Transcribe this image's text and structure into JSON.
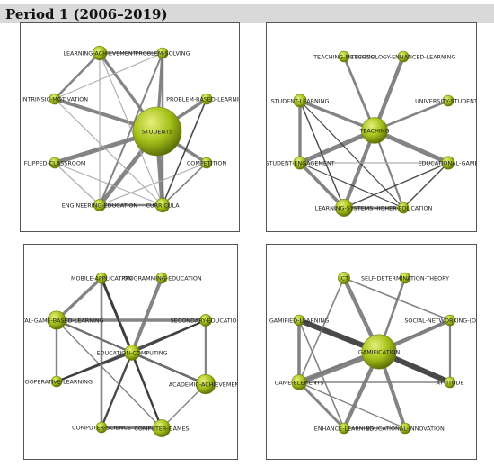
{
  "header": {
    "title": "Period 1 (2006–2019)"
  },
  "colors": {
    "node": "#a6c11a",
    "node_highlight": "#e6f07a",
    "node_dark": "#5a6e08",
    "edge_light": "#aaaaaa",
    "edge_mid": "#7a7a7a",
    "edge_dark": "#3a3a3a"
  },
  "networks": [
    {
      "id": "students",
      "nodes": [
        {
          "id": "learning_achievement",
          "label": "LEARNING-ACHIEVEMENT",
          "weight": 1.3
        },
        {
          "id": "problem_solving",
          "label": "PROBLEM-SOLVING",
          "weight": 1.0
        },
        {
          "id": "intrinsic_motivation",
          "label": "INTRINSIC-MOTIVATION",
          "weight": 1.0
        },
        {
          "id": "problem_based_learning",
          "label": "PROBLEM-BASED-LEARNING",
          "weight": 1.0
        },
        {
          "id": "students",
          "label": "STUDENTS",
          "weight": 4.5
        },
        {
          "id": "flipped_classroom",
          "label": "FLIPPED-CLASSROOM",
          "weight": 1.0
        },
        {
          "id": "competition",
          "label": "COMPETITION",
          "weight": 1.0
        },
        {
          "id": "engineering_education",
          "label": "ENGINEERING-EDUCATION",
          "weight": 1.1
        },
        {
          "id": "curricula",
          "label": "CURRICULA",
          "weight": 1.3
        }
      ],
      "edges": [
        {
          "a": "students",
          "b": "learning_achievement",
          "w": 3.2,
          "tone": "mid"
        },
        {
          "a": "students",
          "b": "problem_solving",
          "w": 3.2,
          "tone": "mid"
        },
        {
          "a": "students",
          "b": "intrinsic_motivation",
          "w": 4.0,
          "tone": "mid"
        },
        {
          "a": "students",
          "b": "problem_based_learning",
          "w": 3.6,
          "tone": "mid"
        },
        {
          "a": "students",
          "b": "flipped_classroom",
          "w": 4.8,
          "tone": "mid"
        },
        {
          "a": "students",
          "b": "competition",
          "w": 3.6,
          "tone": "mid"
        },
        {
          "a": "students",
          "b": "engineering_education",
          "w": 4.8,
          "tone": "mid"
        },
        {
          "a": "students",
          "b": "curricula",
          "w": 5.0,
          "tone": "mid"
        },
        {
          "a": "learning_achievement",
          "b": "problem_solving",
          "w": 1.4,
          "tone": "mid"
        },
        {
          "a": "learning_achievement",
          "b": "intrinsic_motivation",
          "w": 2.6,
          "tone": "mid"
        },
        {
          "a": "learning_achievement",
          "b": "curricula",
          "w": 1.2,
          "tone": "light"
        },
        {
          "a": "learning_achievement",
          "b": "engineering_education",
          "w": 1.2,
          "tone": "light"
        },
        {
          "a": "problem_solving",
          "b": "curricula",
          "w": 2.4,
          "tone": "mid"
        },
        {
          "a": "problem_solving",
          "b": "engineering_education",
          "w": 2.0,
          "tone": "mid"
        },
        {
          "a": "problem_solving",
          "b": "intrinsic_motivation",
          "w": 1.2,
          "tone": "light"
        },
        {
          "a": "intrinsic_motivation",
          "b": "curricula",
          "w": 1.2,
          "tone": "light"
        },
        {
          "a": "flipped_classroom",
          "b": "curricula",
          "w": 1.2,
          "tone": "light"
        },
        {
          "a": "flipped_classroom",
          "b": "engineering_education",
          "w": 1.4,
          "tone": "light"
        },
        {
          "a": "competition",
          "b": "engineering_education",
          "w": 1.2,
          "tone": "light"
        },
        {
          "a": "competition",
          "b": "curricula",
          "w": 1.6,
          "tone": "mid"
        },
        {
          "a": "engineering_education",
          "b": "curricula",
          "w": 2.4,
          "tone": "mid"
        },
        {
          "a": "problem_based_learning",
          "b": "curricula",
          "w": 1.6,
          "tone": "dark"
        }
      ]
    },
    {
      "id": "teaching",
      "nodes": [
        {
          "id": "teaching_methods",
          "label": "TEACHING-METHODS",
          "weight": 1.0
        },
        {
          "id": "technology_enhanced_learning",
          "label": "TECHNOLOGY-ENHANCED-LEARNING",
          "weight": 1.0
        },
        {
          "id": "student_learning",
          "label": "STUDENT-LEARNING",
          "weight": 1.2
        },
        {
          "id": "university_students",
          "label": "UNIVERSITY-STUDENTS",
          "weight": 1.0
        },
        {
          "id": "teaching",
          "label": "TEACHING",
          "weight": 2.4
        },
        {
          "id": "student_engagement",
          "label": "STUDENT-ENGAGEMENT",
          "weight": 1.2
        },
        {
          "id": "educational_game",
          "label": "EDUCATIONAL-GAME",
          "weight": 1.2
        },
        {
          "id": "learning_systems",
          "label": "LEARNING-SYSTEMS",
          "weight": 1.6
        },
        {
          "id": "higher_education",
          "label": "HIGHER-EDUCATION",
          "weight": 1.0
        }
      ],
      "edges": [
        {
          "a": "teaching",
          "b": "teaching_methods",
          "w": 2.8,
          "tone": "mid"
        },
        {
          "a": "teaching",
          "b": "technology_enhanced_learning",
          "w": 4.4,
          "tone": "mid"
        },
        {
          "a": "teaching",
          "b": "student_learning",
          "w": 3.4,
          "tone": "mid"
        },
        {
          "a": "teaching",
          "b": "university_students",
          "w": 2.6,
          "tone": "mid"
        },
        {
          "a": "teaching",
          "b": "student_engagement",
          "w": 5.0,
          "tone": "mid"
        },
        {
          "a": "teaching",
          "b": "educational_game",
          "w": 5.0,
          "tone": "mid"
        },
        {
          "a": "teaching",
          "b": "learning_systems",
          "w": 4.0,
          "tone": "mid"
        },
        {
          "a": "teaching",
          "b": "higher_education",
          "w": 2.2,
          "tone": "mid"
        },
        {
          "a": "student_learning",
          "b": "student_engagement",
          "w": 3.4,
          "tone": "mid"
        },
        {
          "a": "student_learning",
          "b": "learning_systems",
          "w": 1.4,
          "tone": "dark"
        },
        {
          "a": "student_learning",
          "b": "higher_education",
          "w": 1.2,
          "tone": "dark"
        },
        {
          "a": "student_engagement",
          "b": "educational_game",
          "w": 1.2,
          "tone": "light"
        },
        {
          "a": "student_engagement",
          "b": "learning_systems",
          "w": 3.6,
          "tone": "mid"
        },
        {
          "a": "student_engagement",
          "b": "higher_education",
          "w": 1.2,
          "tone": "dark"
        },
        {
          "a": "educational_game",
          "b": "learning_systems",
          "w": 1.4,
          "tone": "dark"
        },
        {
          "a": "educational_game",
          "b": "higher_education",
          "w": 1.4,
          "tone": "dark"
        },
        {
          "a": "learning_systems",
          "b": "higher_education",
          "w": 2.8,
          "tone": "mid"
        }
      ]
    },
    {
      "id": "education_computing",
      "nodes": [
        {
          "id": "mobile_application",
          "label": "MOBILE-APPLICATION",
          "weight": 1.0
        },
        {
          "id": "programming_education",
          "label": "PROGRAMMING-EDUCATION",
          "weight": 1.0
        },
        {
          "id": "digital_game_based_learning",
          "label": "DIGITAL-GAME-BASED-LEARNING",
          "weight": 1.7
        },
        {
          "id": "secondary_education",
          "label": "SECONDARY-EDUCATION",
          "weight": 1.1
        },
        {
          "id": "education_computing",
          "label": "EDUCATION-COMPUTING",
          "weight": 1.4
        },
        {
          "id": "cooperative_learning",
          "label": "COOPERATIVE-LEARNING",
          "weight": 1.0
        },
        {
          "id": "academic_achievement",
          "label": "ACADEMIC-ACHIEVEMENT",
          "weight": 1.8
        },
        {
          "id": "computer_science",
          "label": "COMPUTER-SCIENCE",
          "weight": 1.0
        },
        {
          "id": "computer_games",
          "label": "COMPUTER-GAMES",
          "weight": 1.6
        }
      ],
      "edges": [
        {
          "a": "education_computing",
          "b": "mobile_application",
          "w": 3.0,
          "tone": "dark"
        },
        {
          "a": "education_computing",
          "b": "programming_education",
          "w": 4.0,
          "tone": "mid"
        },
        {
          "a": "education_computing",
          "b": "digital_game_based_learning",
          "w": 2.2,
          "tone": "dark"
        },
        {
          "a": "education_computing",
          "b": "secondary_education",
          "w": 2.0,
          "tone": "dark"
        },
        {
          "a": "education_computing",
          "b": "cooperative_learning",
          "w": 2.2,
          "tone": "dark"
        },
        {
          "a": "education_computing",
          "b": "academic_achievement",
          "w": 2.4,
          "tone": "dark"
        },
        {
          "a": "education_computing",
          "b": "computer_science",
          "w": 2.4,
          "tone": "dark"
        },
        {
          "a": "education_computing",
          "b": "computer_games",
          "w": 2.2,
          "tone": "dark"
        },
        {
          "a": "digital_game_based_learning",
          "b": "mobile_application",
          "w": 3.4,
          "tone": "mid"
        },
        {
          "a": "digital_game_based_learning",
          "b": "secondary_education",
          "w": 3.6,
          "tone": "mid"
        },
        {
          "a": "digital_game_based_learning",
          "b": "cooperative_learning",
          "w": 2.4,
          "tone": "mid"
        },
        {
          "a": "digital_game_based_learning",
          "b": "academic_achievement",
          "w": 1.4,
          "tone": "mid"
        },
        {
          "a": "digital_game_based_learning",
          "b": "computer_games",
          "w": 1.4,
          "tone": "mid"
        },
        {
          "a": "mobile_application",
          "b": "computer_science",
          "w": 2.6,
          "tone": "mid"
        },
        {
          "a": "mobile_application",
          "b": "computer_games",
          "w": 2.0,
          "tone": "dark"
        },
        {
          "a": "secondary_education",
          "b": "academic_achievement",
          "w": 2.4,
          "tone": "mid"
        },
        {
          "a": "secondary_education",
          "b": "cooperative_learning",
          "w": 1.8,
          "tone": "dark"
        },
        {
          "a": "computer_science",
          "b": "computer_games",
          "w": 3.0,
          "tone": "mid"
        },
        {
          "a": "academic_achievement",
          "b": "computer_games",
          "w": 1.4,
          "tone": "mid"
        }
      ]
    },
    {
      "id": "gamification",
      "nodes": [
        {
          "id": "ict",
          "label": "ICT",
          "weight": 1.1
        },
        {
          "id": "self_determination_theory",
          "label": "SELF-DETERMINATION-THEORY",
          "weight": 1.0
        },
        {
          "id": "gamified_learning",
          "label": "GAMIFIED-LEARNING",
          "weight": 1.0
        },
        {
          "id": "social_networking",
          "label": "SOCIAL-NETWORKING-(ONLINE)",
          "weight": 1.0
        },
        {
          "id": "gamification",
          "label": "GAMIFICATION",
          "weight": 3.2
        },
        {
          "id": "game_elements",
          "label": "GAME-ELEMENTS",
          "weight": 1.4
        },
        {
          "id": "attitude",
          "label": "ATTITUDE",
          "weight": 1.0
        },
        {
          "id": "enhance_learning",
          "label": "ENHANCE-LEARNING",
          "weight": 1.0
        },
        {
          "id": "educational_innovation",
          "label": "EDUCATIONAL-INNOVATION",
          "weight": 1.0
        }
      ],
      "edges": [
        {
          "a": "gamification",
          "b": "ict",
          "w": 4.4,
          "tone": "mid"
        },
        {
          "a": "gamification",
          "b": "self_determination_theory",
          "w": 2.6,
          "tone": "mid"
        },
        {
          "a": "gamification",
          "b": "gamified_learning",
          "w": 6.0,
          "tone": "dark"
        },
        {
          "a": "gamification",
          "b": "social_networking",
          "w": 4.0,
          "tone": "mid"
        },
        {
          "a": "gamification",
          "b": "game_elements",
          "w": 6.0,
          "tone": "mid"
        },
        {
          "a": "gamification",
          "b": "attitude",
          "w": 6.0,
          "tone": "dark"
        },
        {
          "a": "gamification",
          "b": "enhance_learning",
          "w": 4.4,
          "tone": "mid"
        },
        {
          "a": "gamification",
          "b": "educational_innovation",
          "w": 4.0,
          "tone": "mid"
        },
        {
          "a": "ict",
          "b": "social_networking",
          "w": 1.6,
          "tone": "mid"
        },
        {
          "a": "ict",
          "b": "game_elements",
          "w": 1.6,
          "tone": "mid"
        },
        {
          "a": "gamified_learning",
          "b": "game_elements",
          "w": 3.6,
          "tone": "mid"
        },
        {
          "a": "gamified_learning",
          "b": "enhance_learning",
          "w": 1.6,
          "tone": "mid"
        },
        {
          "a": "social_networking",
          "b": "game_elements",
          "w": 1.6,
          "tone": "mid"
        },
        {
          "a": "social_networking",
          "b": "attitude",
          "w": 2.2,
          "tone": "mid"
        },
        {
          "a": "game_elements",
          "b": "attitude",
          "w": 1.6,
          "tone": "mid"
        },
        {
          "a": "game_elements",
          "b": "enhance_learning",
          "w": 3.0,
          "tone": "mid"
        },
        {
          "a": "game_elements",
          "b": "educational_innovation",
          "w": 1.4,
          "tone": "mid"
        },
        {
          "a": "enhance_learning",
          "b": "educational_innovation",
          "w": 1.4,
          "tone": "mid"
        }
      ]
    }
  ]
}
